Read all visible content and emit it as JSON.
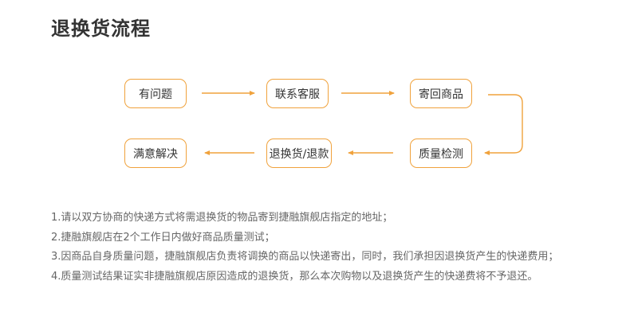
{
  "page": {
    "title": "退换货流程"
  },
  "flow": {
    "steps": [
      {
        "label": "有问题"
      },
      {
        "label": "联系客服"
      },
      {
        "label": "寄回商品"
      },
      {
        "label": "质量检测"
      },
      {
        "label": "退换货/退款"
      },
      {
        "label": "满意解决"
      }
    ]
  },
  "notes": [
    "1.请以双方协商的快递方式将需退换货的物品寄到捷融旗舰店指定的地址；",
    "2.捷融旗舰店在2个工作日内做好商品质量测试；",
    "3.因商品自身质量问题，捷融旗舰店负责将调换的商品以快递寄出，同时，我们承担因退换货产生的快递费用；",
    "4.质量测试结果证实非捷融旗舰店原因造成的退换货，那么本次购物以及退换货产生的快递费将不予退还。"
  ],
  "colors": {
    "accent": "#f0a23c",
    "title": "#333333",
    "text": "#666666"
  }
}
